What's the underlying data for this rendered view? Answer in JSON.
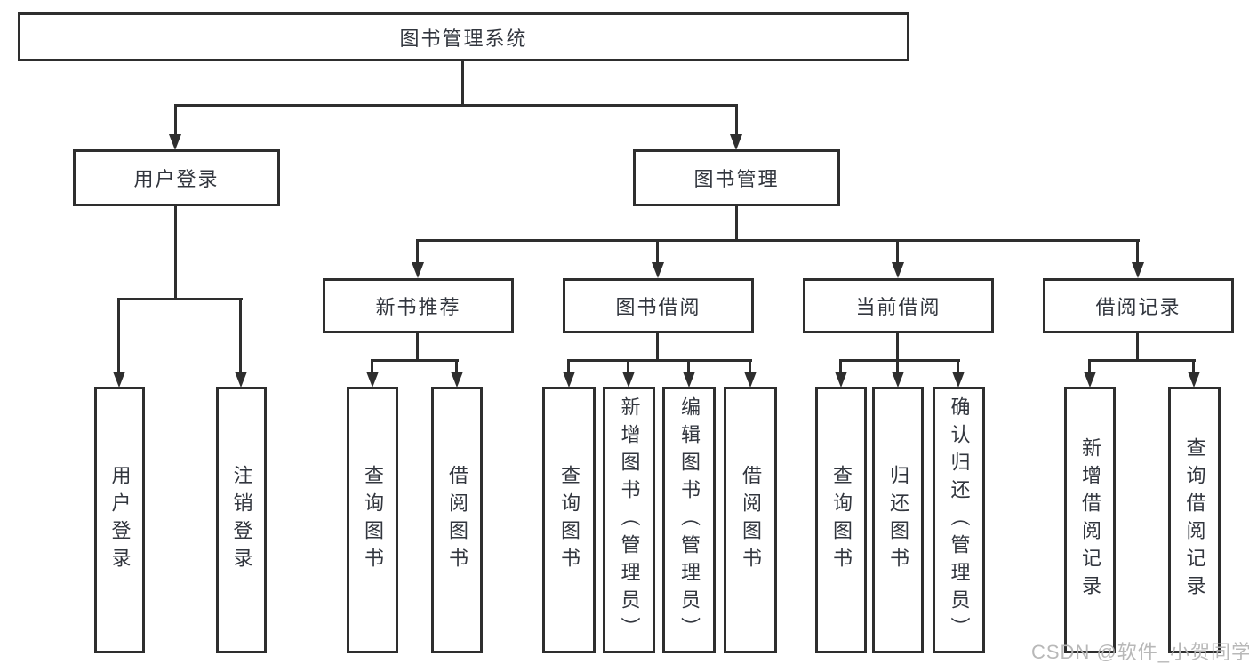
{
  "diagram": {
    "root": {
      "label": "图书管理系统"
    },
    "level2": [
      {
        "label": "用户登录"
      },
      {
        "label": "图书管理"
      }
    ],
    "level3": [
      {
        "label": "新书推荐"
      },
      {
        "label": "图书借阅"
      },
      {
        "label": "当前借阅"
      },
      {
        "label": "借阅记录"
      }
    ],
    "leaves": {
      "user_login": [
        {
          "label": "用户登录"
        },
        {
          "label": "注销登录"
        }
      ],
      "new_book": [
        {
          "label": "查询图书"
        },
        {
          "label": "借阅图书"
        }
      ],
      "book_borrow": [
        {
          "label": "查询图书"
        },
        {
          "label": "新增图书（管理员）"
        },
        {
          "label": "编辑图书（管理员）"
        },
        {
          "label": "借阅图书"
        }
      ],
      "current_borrow": [
        {
          "label": "查询图书"
        },
        {
          "label": "归还图书"
        },
        {
          "label": "确认归还（管理员）"
        }
      ],
      "borrow_records": [
        {
          "label": "新增借阅记录"
        },
        {
          "label": "查询借阅记录"
        }
      ]
    }
  },
  "watermark": {
    "text": "CSDN @软件_小贺同学"
  },
  "colors": {
    "ink": "#32363e",
    "line": "#2e2e2e",
    "watermark": "#b5b5b5",
    "background": "#ffffff"
  }
}
